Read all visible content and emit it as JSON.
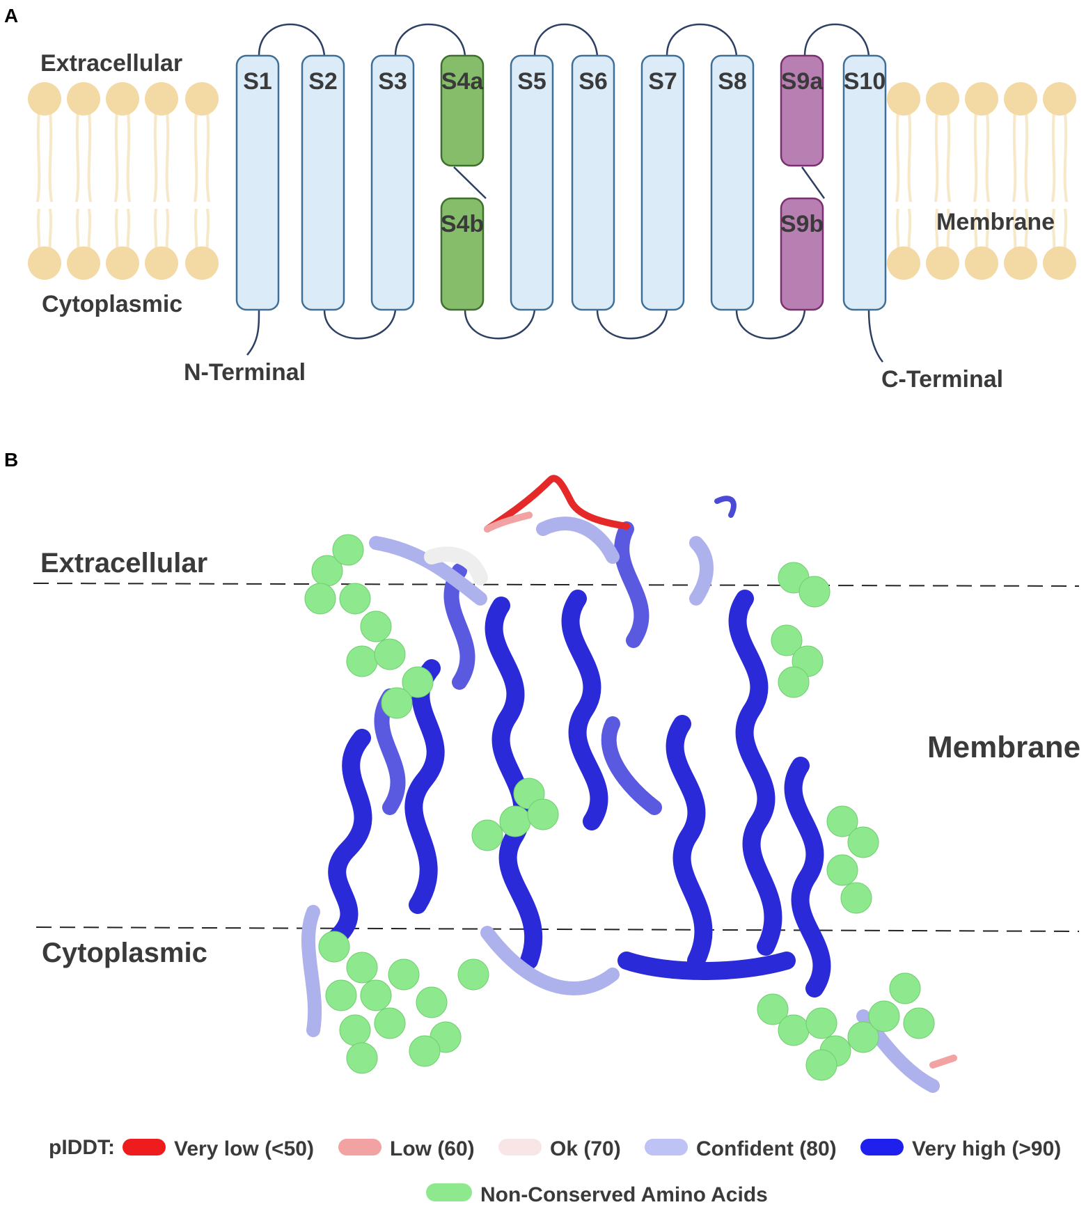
{
  "panel_a": {
    "letter": "A",
    "extracellular": "Extracellular",
    "cytoplasmic": "Cytoplasmic",
    "membrane": "Membrane",
    "n_terminal": "N-Terminal",
    "c_terminal": "C-Terminal",
    "segments": [
      "S1",
      "S2",
      "S3",
      "S4a",
      "S4b",
      "S5",
      "S6",
      "S7",
      "S8",
      "S9a",
      "S9b",
      "S10"
    ]
  },
  "panel_b": {
    "letter": "B",
    "extracellular": "Extracellular",
    "cytoplasmic": "Cytoplasmic",
    "membrane": "Membrane"
  },
  "legend": {
    "title": "pIDDT:",
    "items": [
      {
        "label": "Very low (<50)",
        "color": "#ee1c1c"
      },
      {
        "label": "Low (60)",
        "color": "#f2a2a2"
      },
      {
        "label": "Ok (70)",
        "color": "#f8e6e6"
      },
      {
        "label": "Confident (80)",
        "color": "#bfc2f4"
      },
      {
        "label": "Very high (>90)",
        "color": "#2020ee"
      }
    ],
    "non_conserved": {
      "label": "Non-Conserved Amino Acids",
      "color": "#8ee88e"
    }
  },
  "colors": {
    "segment_default": "#dcebf8",
    "segment_default_stroke": "#3f6f96",
    "segment_s4": "#86bd6b",
    "segment_s4_stroke": "#3f6f2e",
    "segment_s9": "#b87fb3",
    "segment_s9_stroke": "#7a2f6e",
    "lipid_head": "#f3d9a4"
  }
}
